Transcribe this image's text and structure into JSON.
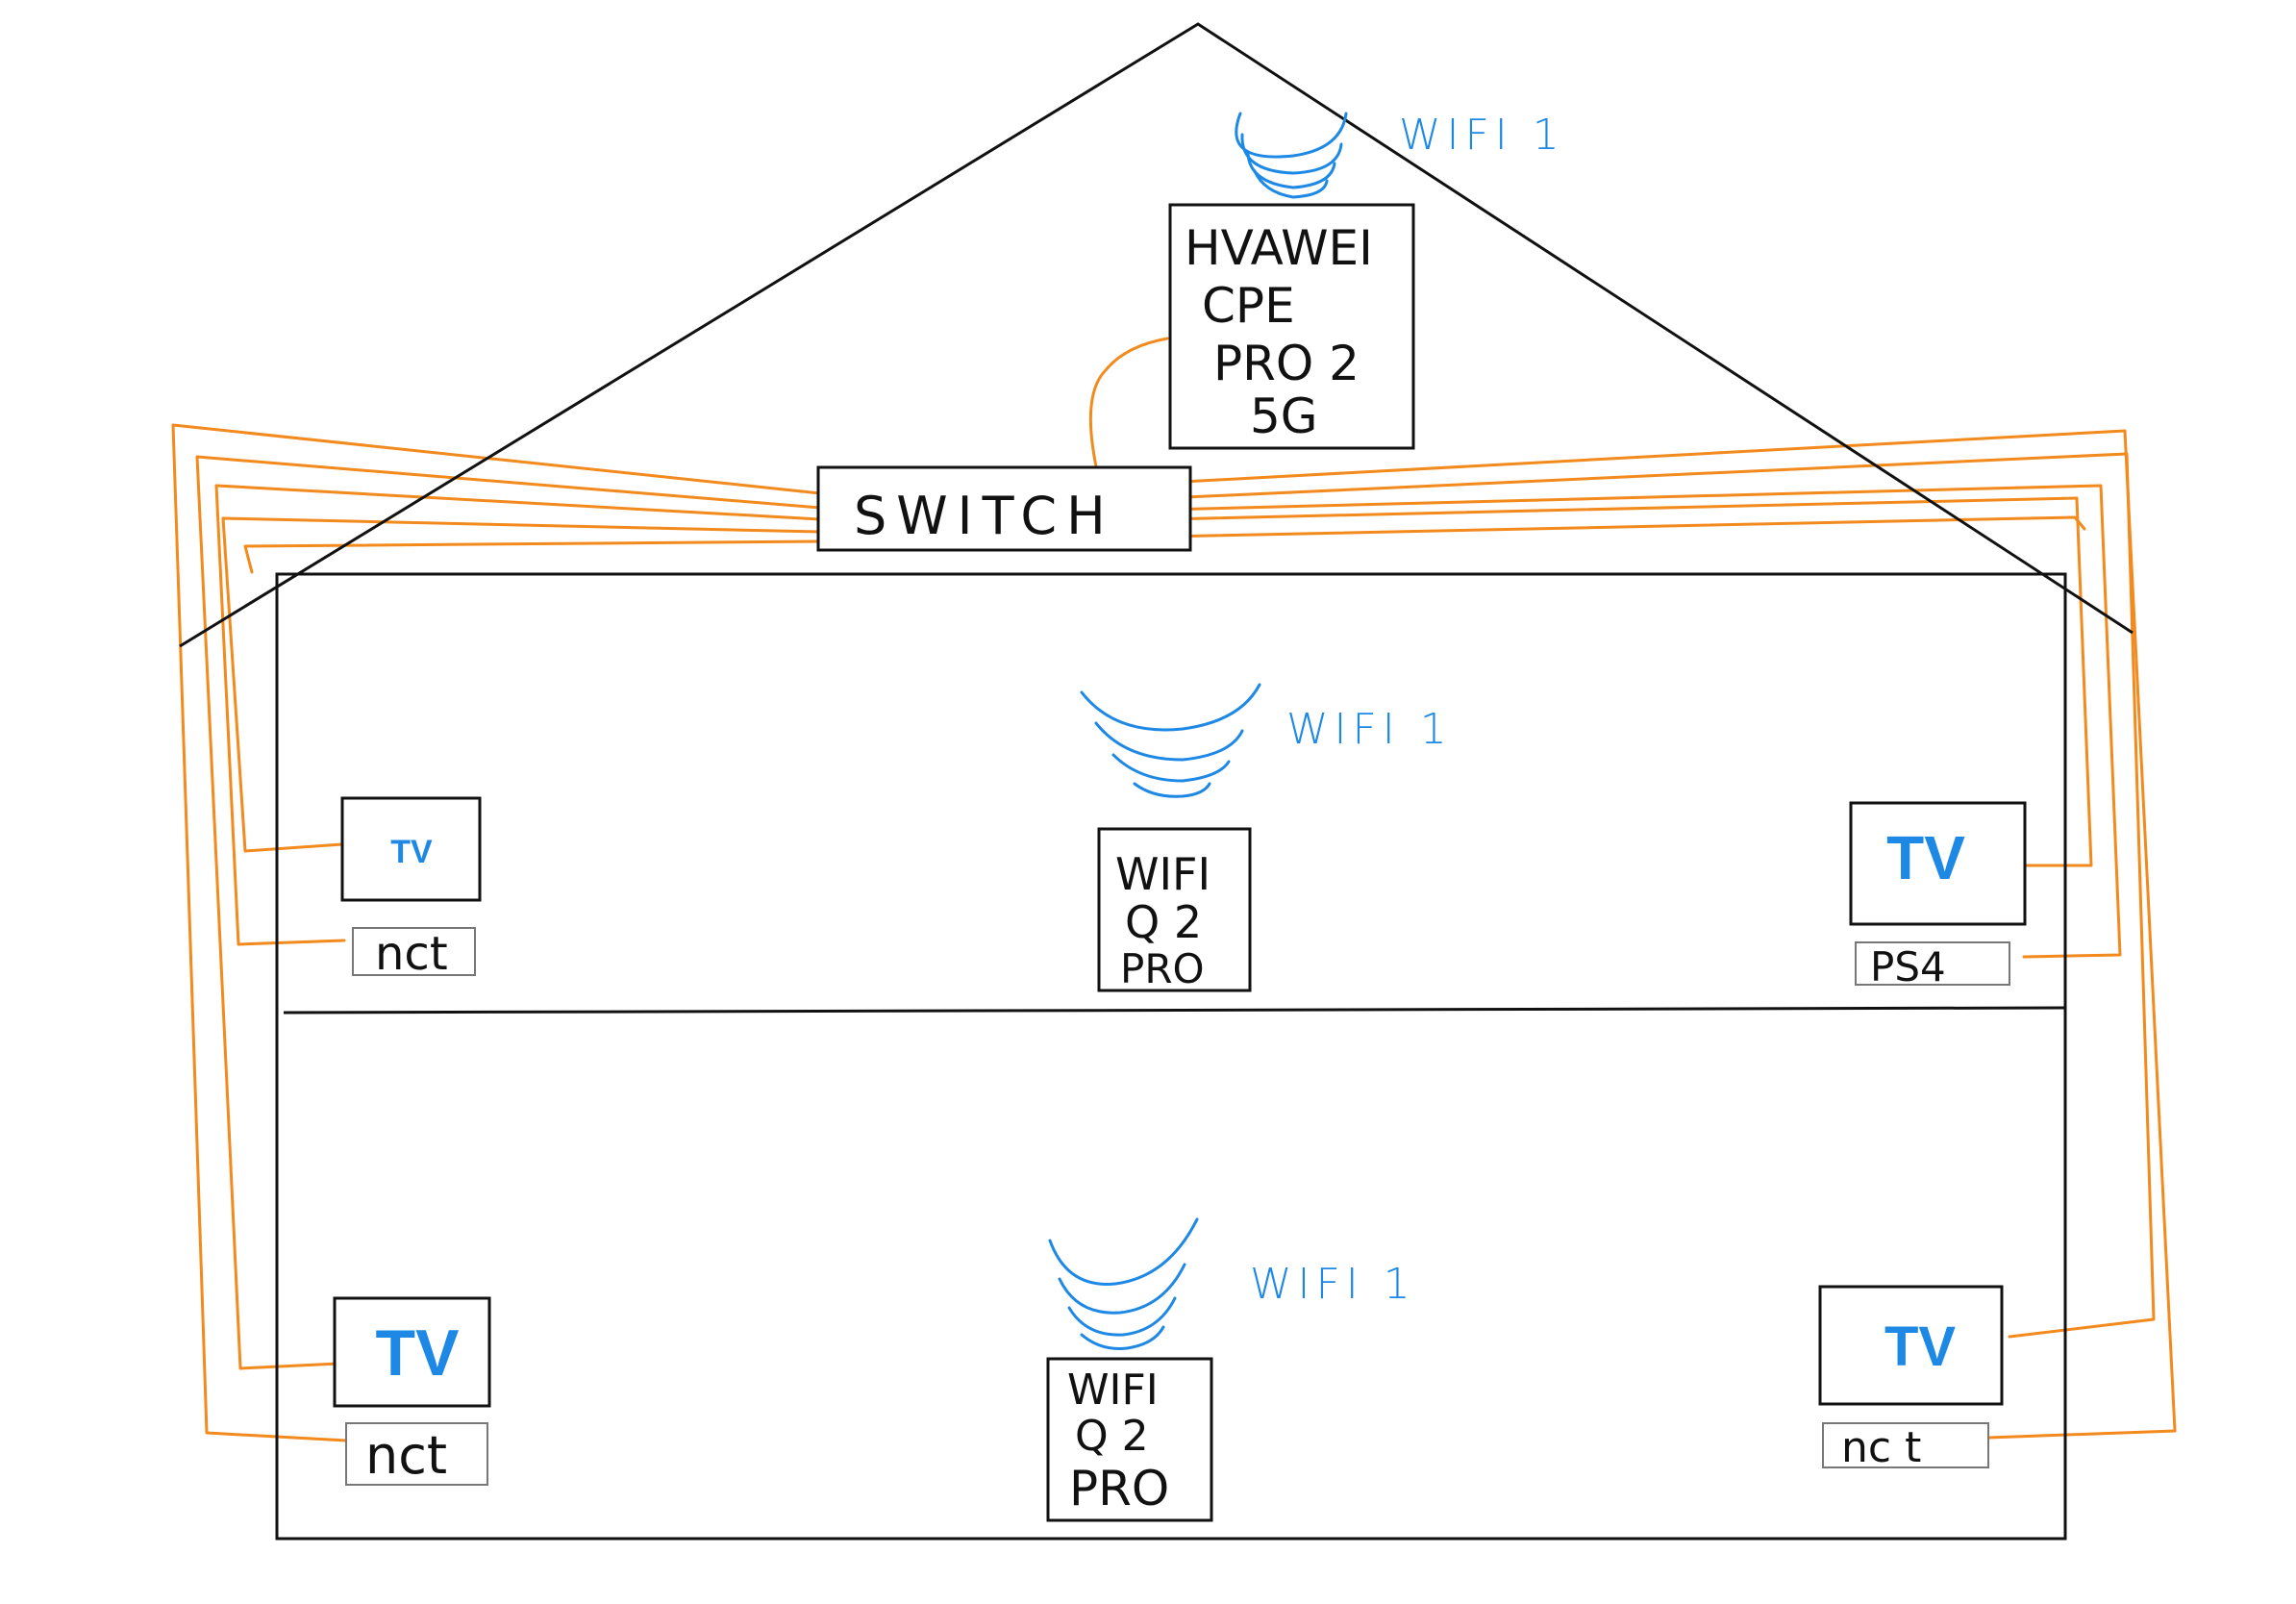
{
  "colors": {
    "cable": "#f28a1e",
    "wifi": "#1e88e5",
    "tv": "#1e88e5",
    "outline": "#111111",
    "small_box": "#777777"
  },
  "router": {
    "lines": [
      "HVAWEI",
      "CPE",
      "PRO 2",
      "5G"
    ]
  },
  "switch": {
    "label": "SWITCH"
  },
  "roof_wifi": {
    "label": "WIFI 1"
  },
  "upper_floor": {
    "wifi_label": "WIFI 1",
    "ap_lines": [
      "WIFI",
      "Q 2",
      "PRO"
    ],
    "tv_left": "TV",
    "box_left": "nct",
    "tv_right": "TV",
    "box_right": "PS4"
  },
  "lower_floor": {
    "wifi_label": "WIFI 1",
    "ap_lines": [
      "WIFI",
      "Q 2",
      "PRO"
    ],
    "tv_left": "TV",
    "box_left": "nct",
    "tv_right": "TV",
    "box_right": "nc t"
  }
}
